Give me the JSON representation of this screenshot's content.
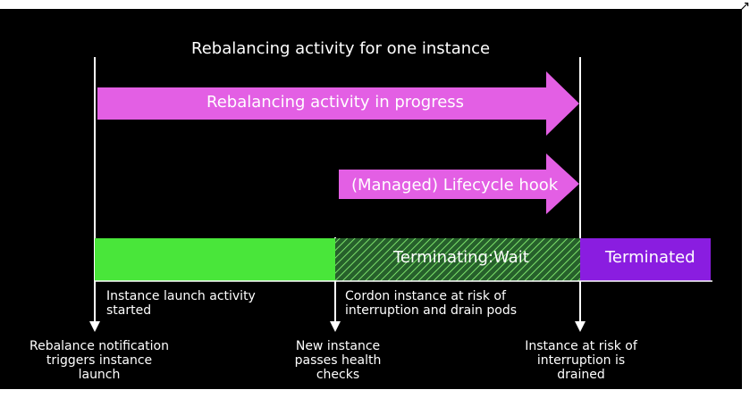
{
  "diagram": {
    "title": "Rebalancing activity for one instance",
    "arrows": [
      {
        "label": "Rebalancing activity in progress"
      },
      {
        "label": "(Managed) Lifecycle hook"
      }
    ],
    "timeline": {
      "states": [
        {
          "label": "Terminating:Wait"
        },
        {
          "label": "Terminated"
        }
      ],
      "annotations": [
        {
          "label": "Instance launch activity started"
        },
        {
          "label": "Cordon instance at risk of interruption and drain pods"
        }
      ],
      "events": [
        {
          "label": "Rebalance notification triggers instance launch"
        },
        {
          "label": "New instance passes health checks"
        },
        {
          "label": "Instance at risk of interruption is drained"
        }
      ]
    }
  },
  "colors": {
    "background": "#000000",
    "arrow": "#e35fe4",
    "launch_bar": "#49e63a",
    "wait_bar": "#26602b",
    "terminated_bar": "#8a1de0",
    "text": "#ffffff"
  },
  "icons": {
    "corner_mark": "↗"
  }
}
